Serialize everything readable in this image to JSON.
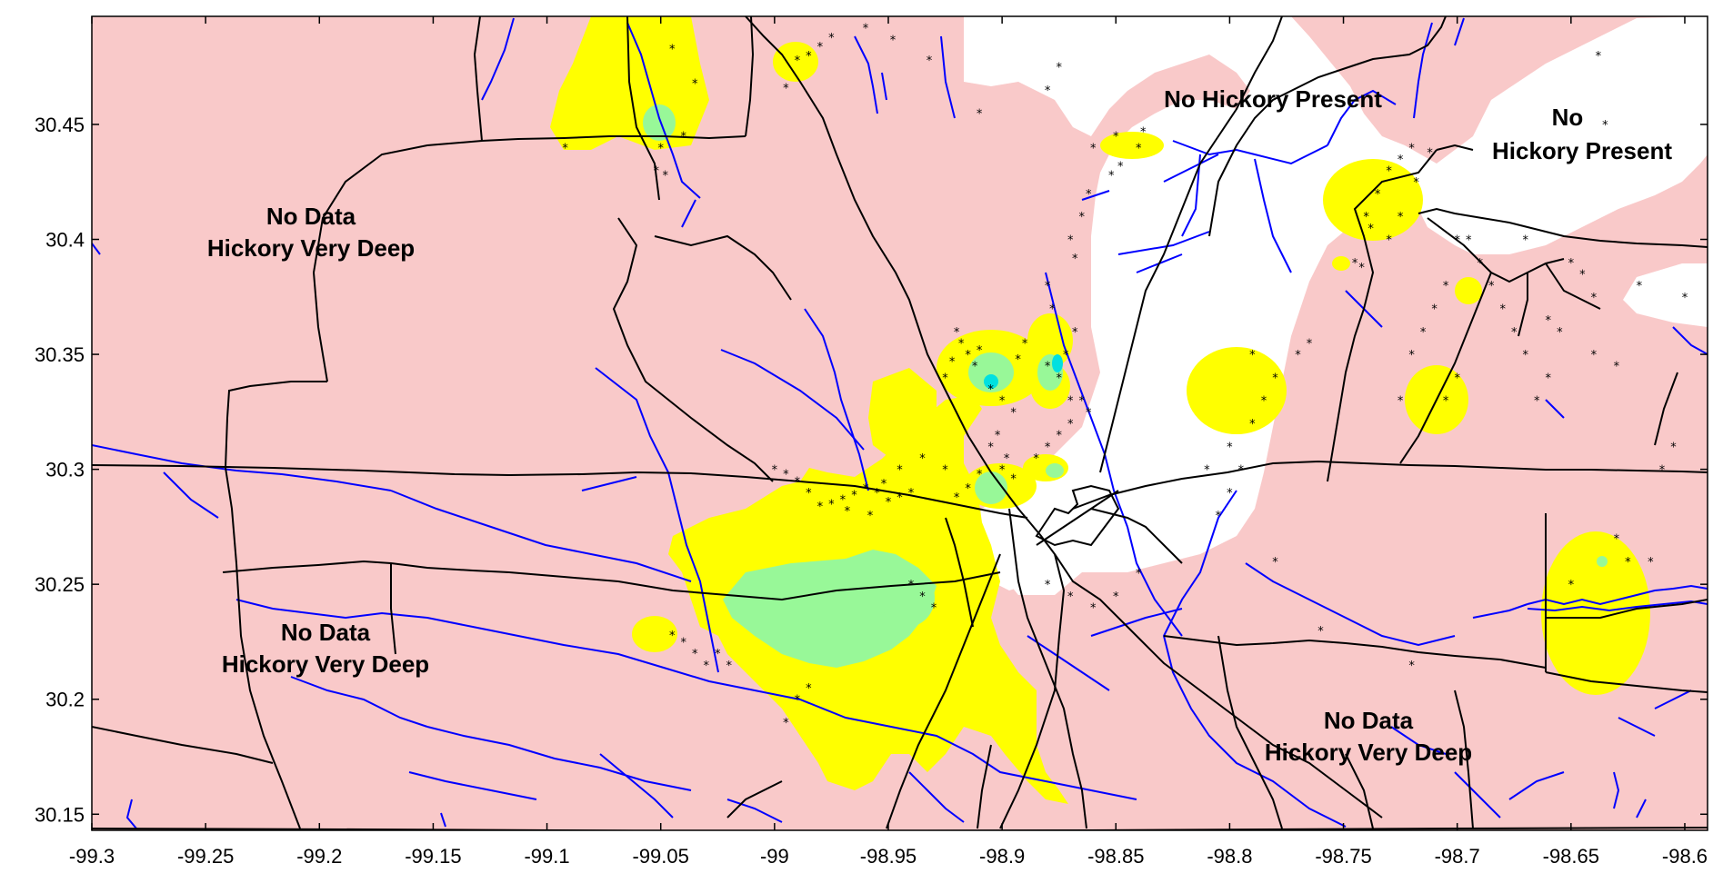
{
  "colors": {
    "background_zone": "#f9c9c9",
    "no_hickory_zone": "#ffffff",
    "yellow_zone": "#ffff00",
    "green_zone": "#98f898",
    "cyan_zone": "#00e0e0",
    "rivers": "#0000ff",
    "roads": "#000000",
    "wells": "#000000"
  },
  "axes": {
    "x_ticks": [
      "-99.3",
      "-99.25",
      "-99.2",
      "-99.15",
      "-99.1",
      "-99.05",
      "-99",
      "-98.95",
      "-98.9",
      "-98.85",
      "-98.8",
      "-98.75",
      "-98.7",
      "-98.65",
      "-98.6"
    ],
    "y_ticks": [
      "30.45",
      "30.4",
      "30.35",
      "30.3",
      "30.25",
      "30.2",
      "30.15"
    ],
    "x_range": [
      -99.3,
      -98.59
    ],
    "y_range": [
      30.143,
      30.497
    ]
  },
  "labels": {
    "no_hickory_1": "No Hickory Present",
    "no_hickory_2_line1": "No",
    "no_hickory_2_line2": "Hickory Present",
    "nodata_nw_line1": "No Data",
    "nodata_nw_line2": "Hickory Very Deep",
    "nodata_sw_line1": "No Data",
    "nodata_sw_line2": "Hickory Very Deep",
    "nodata_se_line1": "No Data",
    "nodata_se_line2": "Hickory Very Deep"
  },
  "wells": [
    [
      -99.045,
      30.483
    ],
    [
      -99.035,
      30.468
    ],
    [
      -99.092,
      30.44
    ],
    [
      -99.05,
      30.44
    ],
    [
      -99.04,
      30.445
    ],
    [
      -99.048,
      30.428
    ],
    [
      -99.052,
      30.43
    ],
    [
      -98.985,
      30.48
    ],
    [
      -98.98,
      30.484
    ],
    [
      -98.975,
      30.488
    ],
    [
      -98.99,
      30.478
    ],
    [
      -98.995,
      30.466
    ],
    [
      -98.96,
      30.492
    ],
    [
      -98.948,
      30.487
    ],
    [
      -98.932,
      30.478
    ],
    [
      -98.92,
      30.36
    ],
    [
      -98.918,
      30.355
    ],
    [
      -98.915,
      30.35
    ],
    [
      -98.912,
      30.345
    ],
    [
      -98.91,
      30.352
    ],
    [
      -98.922,
      30.347
    ],
    [
      -98.925,
      30.34
    ],
    [
      -98.905,
      30.335
    ],
    [
      -98.9,
      30.33
    ],
    [
      -98.895,
      30.325
    ],
    [
      -98.902,
      30.315
    ],
    [
      -98.905,
      30.31
    ],
    [
      -98.898,
      30.305
    ],
    [
      -98.9,
      30.3
    ],
    [
      -98.895,
      30.296
    ],
    [
      -98.91,
      30.298
    ],
    [
      -98.915,
      30.292
    ],
    [
      -98.92,
      30.288
    ],
    [
      -98.885,
      30.305
    ],
    [
      -98.88,
      30.31
    ],
    [
      -98.875,
      30.315
    ],
    [
      -98.87,
      30.32
    ],
    [
      -98.865,
      30.33
    ],
    [
      -98.875,
      30.34
    ],
    [
      -98.88,
      30.345
    ],
    [
      -98.872,
      30.35
    ],
    [
      -98.868,
      30.36
    ],
    [
      -98.878,
      30.37
    ],
    [
      -98.88,
      30.38
    ],
    [
      -98.89,
      30.355
    ],
    [
      -98.893,
      30.348
    ],
    [
      -98.87,
      30.33
    ],
    [
      -98.862,
      30.325
    ],
    [
      -98.94,
      30.29
    ],
    [
      -98.945,
      30.288
    ],
    [
      -98.95,
      30.286
    ],
    [
      -98.955,
      30.29
    ],
    [
      -98.96,
      30.292
    ],
    [
      -98.965,
      30.289
    ],
    [
      -98.97,
      30.287
    ],
    [
      -98.975,
      30.285
    ],
    [
      -98.98,
      30.284
    ],
    [
      -98.985,
      30.29
    ],
    [
      -98.99,
      30.295
    ],
    [
      -98.995,
      30.298
    ],
    [
      -99,
      30.3
    ],
    [
      -98.968,
      30.282
    ],
    [
      -98.958,
      30.28
    ],
    [
      -98.952,
      30.294
    ],
    [
      -98.945,
      30.3
    ],
    [
      -98.935,
      30.305
    ],
    [
      -98.925,
      30.3
    ],
    [
      -98.86,
      30.44
    ],
    [
      -98.85,
      30.445
    ],
    [
      -98.84,
      30.44
    ],
    [
      -98.838,
      30.447
    ],
    [
      -98.848,
      30.432
    ],
    [
      -98.852,
      30.428
    ],
    [
      -98.862,
      30.42
    ],
    [
      -98.865,
      30.41
    ],
    [
      -98.87,
      30.4
    ],
    [
      -98.868,
      30.392
    ],
    [
      -98.79,
      30.35
    ],
    [
      -98.78,
      30.34
    ],
    [
      -98.785,
      30.33
    ],
    [
      -98.79,
      30.32
    ],
    [
      -98.8,
      30.31
    ],
    [
      -98.795,
      30.3
    ],
    [
      -98.8,
      30.29
    ],
    [
      -98.805,
      30.28
    ],
    [
      -98.77,
      30.35
    ],
    [
      -98.765,
      30.355
    ],
    [
      -98.81,
      30.3
    ],
    [
      -98.73,
      30.43
    ],
    [
      -98.725,
      30.435
    ],
    [
      -98.72,
      30.44
    ],
    [
      -98.735,
      30.42
    ],
    [
      -98.74,
      30.41
    ],
    [
      -98.738,
      30.405
    ],
    [
      -98.73,
      30.4
    ],
    [
      -98.725,
      30.41
    ],
    [
      -98.718,
      30.425
    ],
    [
      -98.712,
      30.438
    ],
    [
      -98.745,
      30.39
    ],
    [
      -98.742,
      30.388
    ],
    [
      -98.7,
      30.4
    ],
    [
      -98.695,
      30.4
    ],
    [
      -98.69,
      30.39
    ],
    [
      -98.685,
      30.38
    ],
    [
      -98.68,
      30.37
    ],
    [
      -98.675,
      30.36
    ],
    [
      -98.67,
      30.35
    ],
    [
      -98.66,
      30.34
    ],
    [
      -98.665,
      30.33
    ],
    [
      -98.705,
      30.38
    ],
    [
      -98.71,
      30.37
    ],
    [
      -98.715,
      30.36
    ],
    [
      -98.7,
      30.34
    ],
    [
      -98.705,
      30.33
    ],
    [
      -98.72,
      30.35
    ],
    [
      -98.725,
      30.33
    ],
    [
      -98.65,
      30.39
    ],
    [
      -98.645,
      30.385
    ],
    [
      -98.64,
      30.375
    ],
    [
      -98.655,
      30.36
    ],
    [
      -98.66,
      30.365
    ],
    [
      -98.64,
      30.35
    ],
    [
      -98.63,
      30.345
    ],
    [
      -98.62,
      30.38
    ],
    [
      -98.6,
      30.375
    ],
    [
      -98.61,
      30.3
    ],
    [
      -98.605,
      30.31
    ],
    [
      -98.635,
      30.45
    ],
    [
      -98.638,
      30.48
    ],
    [
      -98.67,
      30.4
    ],
    [
      -98.63,
      30.27
    ],
    [
      -98.625,
      30.26
    ],
    [
      -98.615,
      30.26
    ],
    [
      -98.65,
      30.25
    ],
    [
      -98.76,
      30.23
    ],
    [
      -98.72,
      30.215
    ],
    [
      -99.04,
      30.225
    ],
    [
      -99.035,
      30.22
    ],
    [
      -99.03,
      30.215
    ],
    [
      -99.025,
      30.22
    ],
    [
      -99.02,
      30.215
    ],
    [
      -99.045,
      30.228
    ],
    [
      -98.995,
      30.19
    ],
    [
      -98.99,
      30.2
    ],
    [
      -98.985,
      30.205
    ],
    [
      -98.93,
      30.24
    ],
    [
      -98.935,
      30.245
    ],
    [
      -98.94,
      30.25
    ],
    [
      -98.88,
      30.25
    ],
    [
      -98.87,
      30.245
    ],
    [
      -98.86,
      30.24
    ],
    [
      -98.85,
      30.245
    ],
    [
      -98.84,
      30.255
    ],
    [
      -98.78,
      30.26
    ],
    [
      -98.91,
      30.455
    ],
    [
      -98.875,
      30.475
    ],
    [
      -98.88,
      30.465
    ]
  ]
}
